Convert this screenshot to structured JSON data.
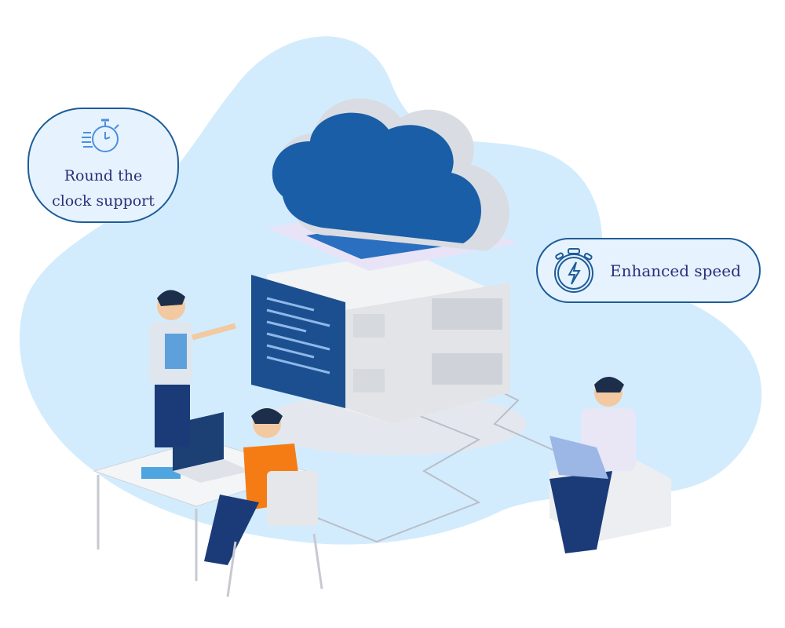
{
  "badges": {
    "support": {
      "label_line1": "Round the",
      "label_line2": "clock support",
      "icon": "stopwatch-fast-icon"
    },
    "speed": {
      "label": "Enhanced speed",
      "icon": "stopwatch-lightning-icon"
    }
  },
  "colors": {
    "blob": "#d3ecfd",
    "badge_bg": "#e6f3fe",
    "badge_border": "#1f5c99",
    "badge_text": "#2a2f7a",
    "cloud": "#1a5ea8",
    "shirt_orange": "#f57c14"
  }
}
